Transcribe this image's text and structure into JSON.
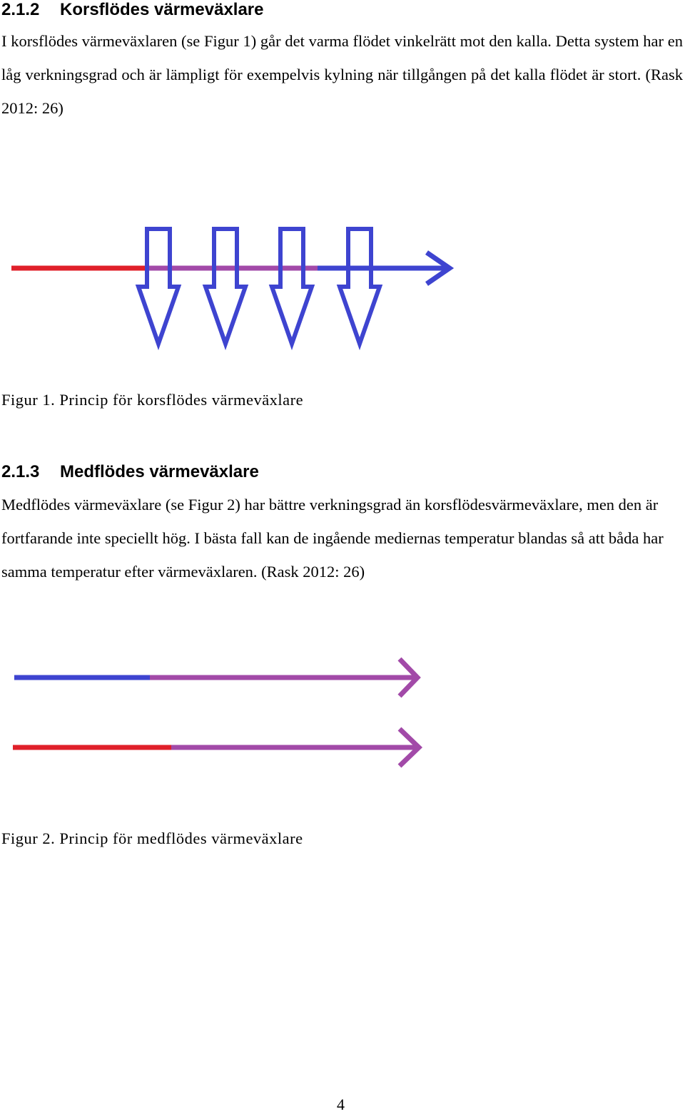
{
  "section_212": {
    "number": "2.1.2",
    "title": "Korsflödes värmeväxlare",
    "paragraph": "I korsflödes värmeväxlaren (se Figur 1) går det varma flödet vinkelrätt mot den kalla. Detta system har en låg verkningsgrad och är lämpligt för exempelvis kylning när tillgången på det kalla flödet är stort. (Rask 2012: 26)"
  },
  "figure1": {
    "caption": "Figur 1. Princip för korsflödes värmeväxlare"
  },
  "section_213": {
    "number": "2.1.3",
    "title": "Medflödes värmeväxlare",
    "paragraph": "Medflödes värmeväxlare (se Figur 2) har bättre verkningsgrad än korsflödesvärmeväxlare, men den är fortfarande inte speciellt hög. I bästa fall kan de ingående mediernas temperatur blandas så att båda har samma temperatur efter värmeväxlaren. (Rask 2012: 26)"
  },
  "figure2": {
    "caption": "Figur 2. Princip för medflödes värmeväxlare"
  },
  "page_number": "4",
  "colors": {
    "hot": "#e0202a",
    "cold": "#3e44d0",
    "mixed": "#a24aa8"
  }
}
